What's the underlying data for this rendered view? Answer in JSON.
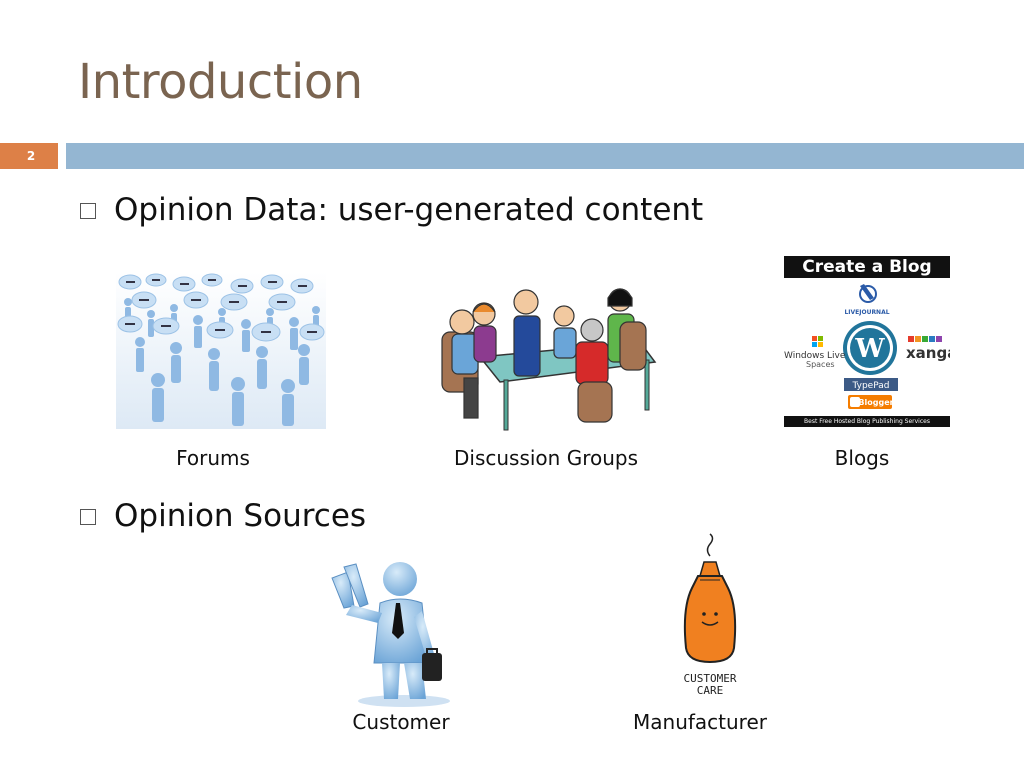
{
  "slide": {
    "title": "Introduction",
    "number": "2"
  },
  "bullets": [
    {
      "text": "Opinion Data: user-generated content"
    },
    {
      "text": "Opinion Sources"
    }
  ],
  "images_top": [
    {
      "caption": "Forums"
    },
    {
      "caption": "Discussion Groups"
    },
    {
      "caption": "Blogs"
    }
  ],
  "blog_graphic": {
    "header": "Create a Blog",
    "livejournal": "LIVEJOURNAL",
    "windows_live_1": "Windows Live",
    "windows_live_2": "Spaces",
    "xanga": "xanga",
    "typepad": "TypePad",
    "blogger": "Blogger",
    "footer": "Best Free Hosted Blog Publishing Services"
  },
  "images_bottom": [
    {
      "caption": "Customer"
    },
    {
      "caption": "Manufacturer"
    }
  ],
  "customer_care_text": {
    "line1": "CUSTOMER",
    "line2": "CARE"
  },
  "colors": {
    "title": "#7a6450",
    "accent_orange": "#dd8047",
    "accent_blue": "#94b6d2"
  }
}
